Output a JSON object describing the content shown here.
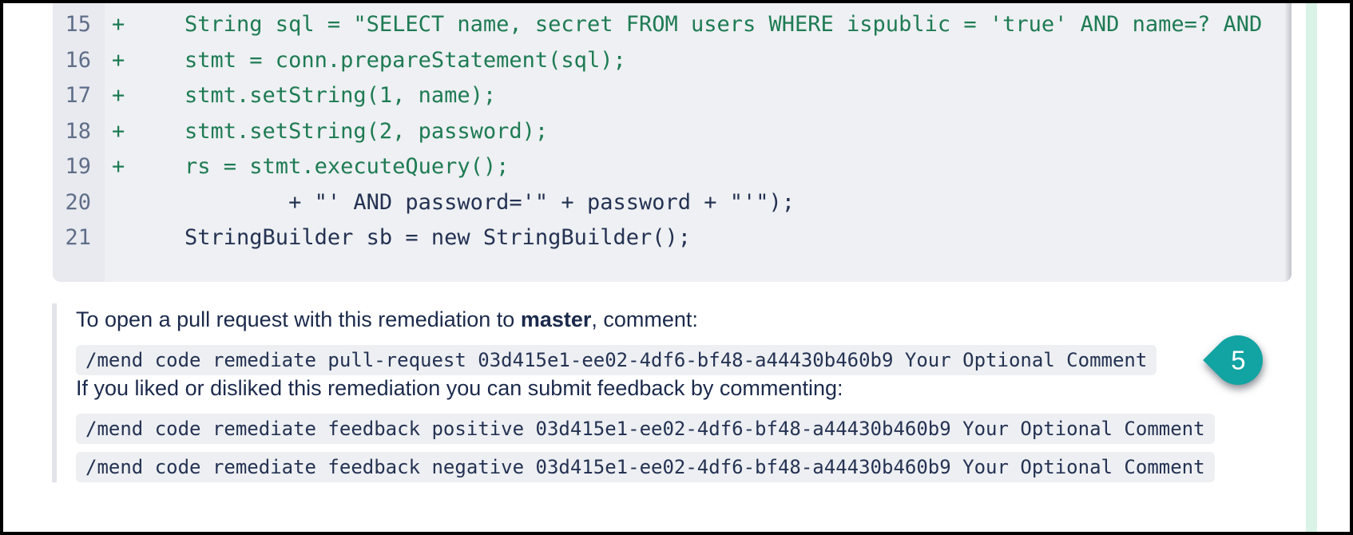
{
  "colors": {
    "code-bg": "#eef0f3",
    "gutter-bg": "#e9eaef",
    "line-num": "#5f6e89",
    "diff-green": "#1e7b53",
    "code-navy": "#243253",
    "body-navy": "#1b2a4c",
    "chip-bg": "#edeff2",
    "quote-bar": "#e2e4e9",
    "mint": "#d9f3e6",
    "teal": "#12a3a3"
  },
  "diff": {
    "rows": [
      {
        "num": "15",
        "marker": "+",
        "type": "added",
        "code": "    String sql = \"SELECT name, secret FROM users WHERE ispublic = 'true' AND name=? AND"
      },
      {
        "num": "16",
        "marker": "+",
        "type": "added",
        "code": "    stmt = conn.prepareStatement(sql);"
      },
      {
        "num": "17",
        "marker": "+",
        "type": "added",
        "code": "    stmt.setString(1, name);"
      },
      {
        "num": "18",
        "marker": "+",
        "type": "added",
        "code": "    stmt.setString(2, password);"
      },
      {
        "num": "19",
        "marker": "+",
        "type": "added",
        "code": "    rs = stmt.executeQuery();"
      },
      {
        "num": "20",
        "marker": "",
        "type": "context",
        "code": "            + \"' AND password='\" + password + \"'\");"
      },
      {
        "num": "21",
        "marker": "",
        "type": "context",
        "code": "    StringBuilder sb = new StringBuilder();"
      }
    ]
  },
  "remediation": {
    "pr_text_before": "To open a pull request with this remediation to ",
    "pr_branch": "master",
    "pr_text_after": ", comment:",
    "pr_command": "/mend code remediate pull-request 03d415e1-ee02-4df6-bf48-a44430b460b9 Your Optional Comment",
    "feedback_text": "If you liked or disliked this remediation you can submit feedback by commenting:",
    "feedback_positive_command": "/mend code remediate feedback positive 03d415e1-ee02-4df6-bf48-a44430b460b9 Your Optional Comment",
    "feedback_negative_command": "/mend code remediate feedback negative 03d415e1-ee02-4df6-bf48-a44430b460b9 Your Optional Comment"
  },
  "badge": {
    "label": "5"
  }
}
